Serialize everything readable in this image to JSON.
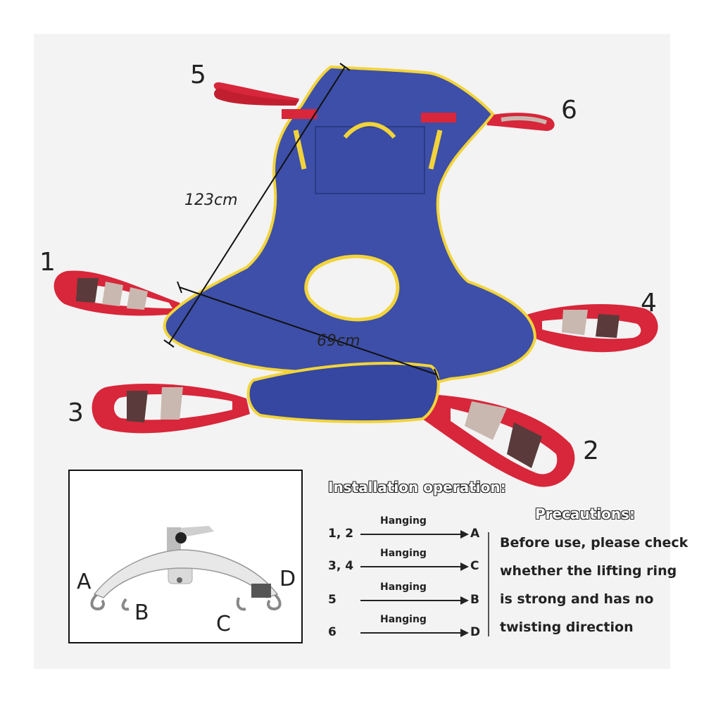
{
  "strap_labels": {
    "s1": "1",
    "s2": "2",
    "s3": "3",
    "s4": "4",
    "s5": "5",
    "s6": "6"
  },
  "dimensions": {
    "length": "123cm",
    "width": "69cm"
  },
  "hook_labels": {
    "a": "A",
    "b": "B",
    "c": "C",
    "d": "D"
  },
  "installation": {
    "title": "Installation operation:",
    "rows": [
      {
        "straps": "1, 2",
        "action": "Hanging",
        "hook": "A"
      },
      {
        "straps": "3, 4",
        "action": "Hanging",
        "hook": "C"
      },
      {
        "straps": "5",
        "action": "Hanging",
        "hook": "B"
      },
      {
        "straps": "6",
        "action": "Hanging",
        "hook": "D"
      }
    ]
  },
  "precautions": {
    "title": "Precautions:",
    "lines": [
      "Before use, please check",
      "whether the lifting ring",
      "is strong and has no",
      "twisting direction"
    ]
  },
  "colors": {
    "sling_body": "#3d4fa8",
    "sling_border": "#f2d43a",
    "strap": "#d8263a",
    "strap_inner_dark": "#5a3a3a",
    "strap_inner_light": "#c9b8b0",
    "spreader_bar": "#e8e8e8"
  }
}
